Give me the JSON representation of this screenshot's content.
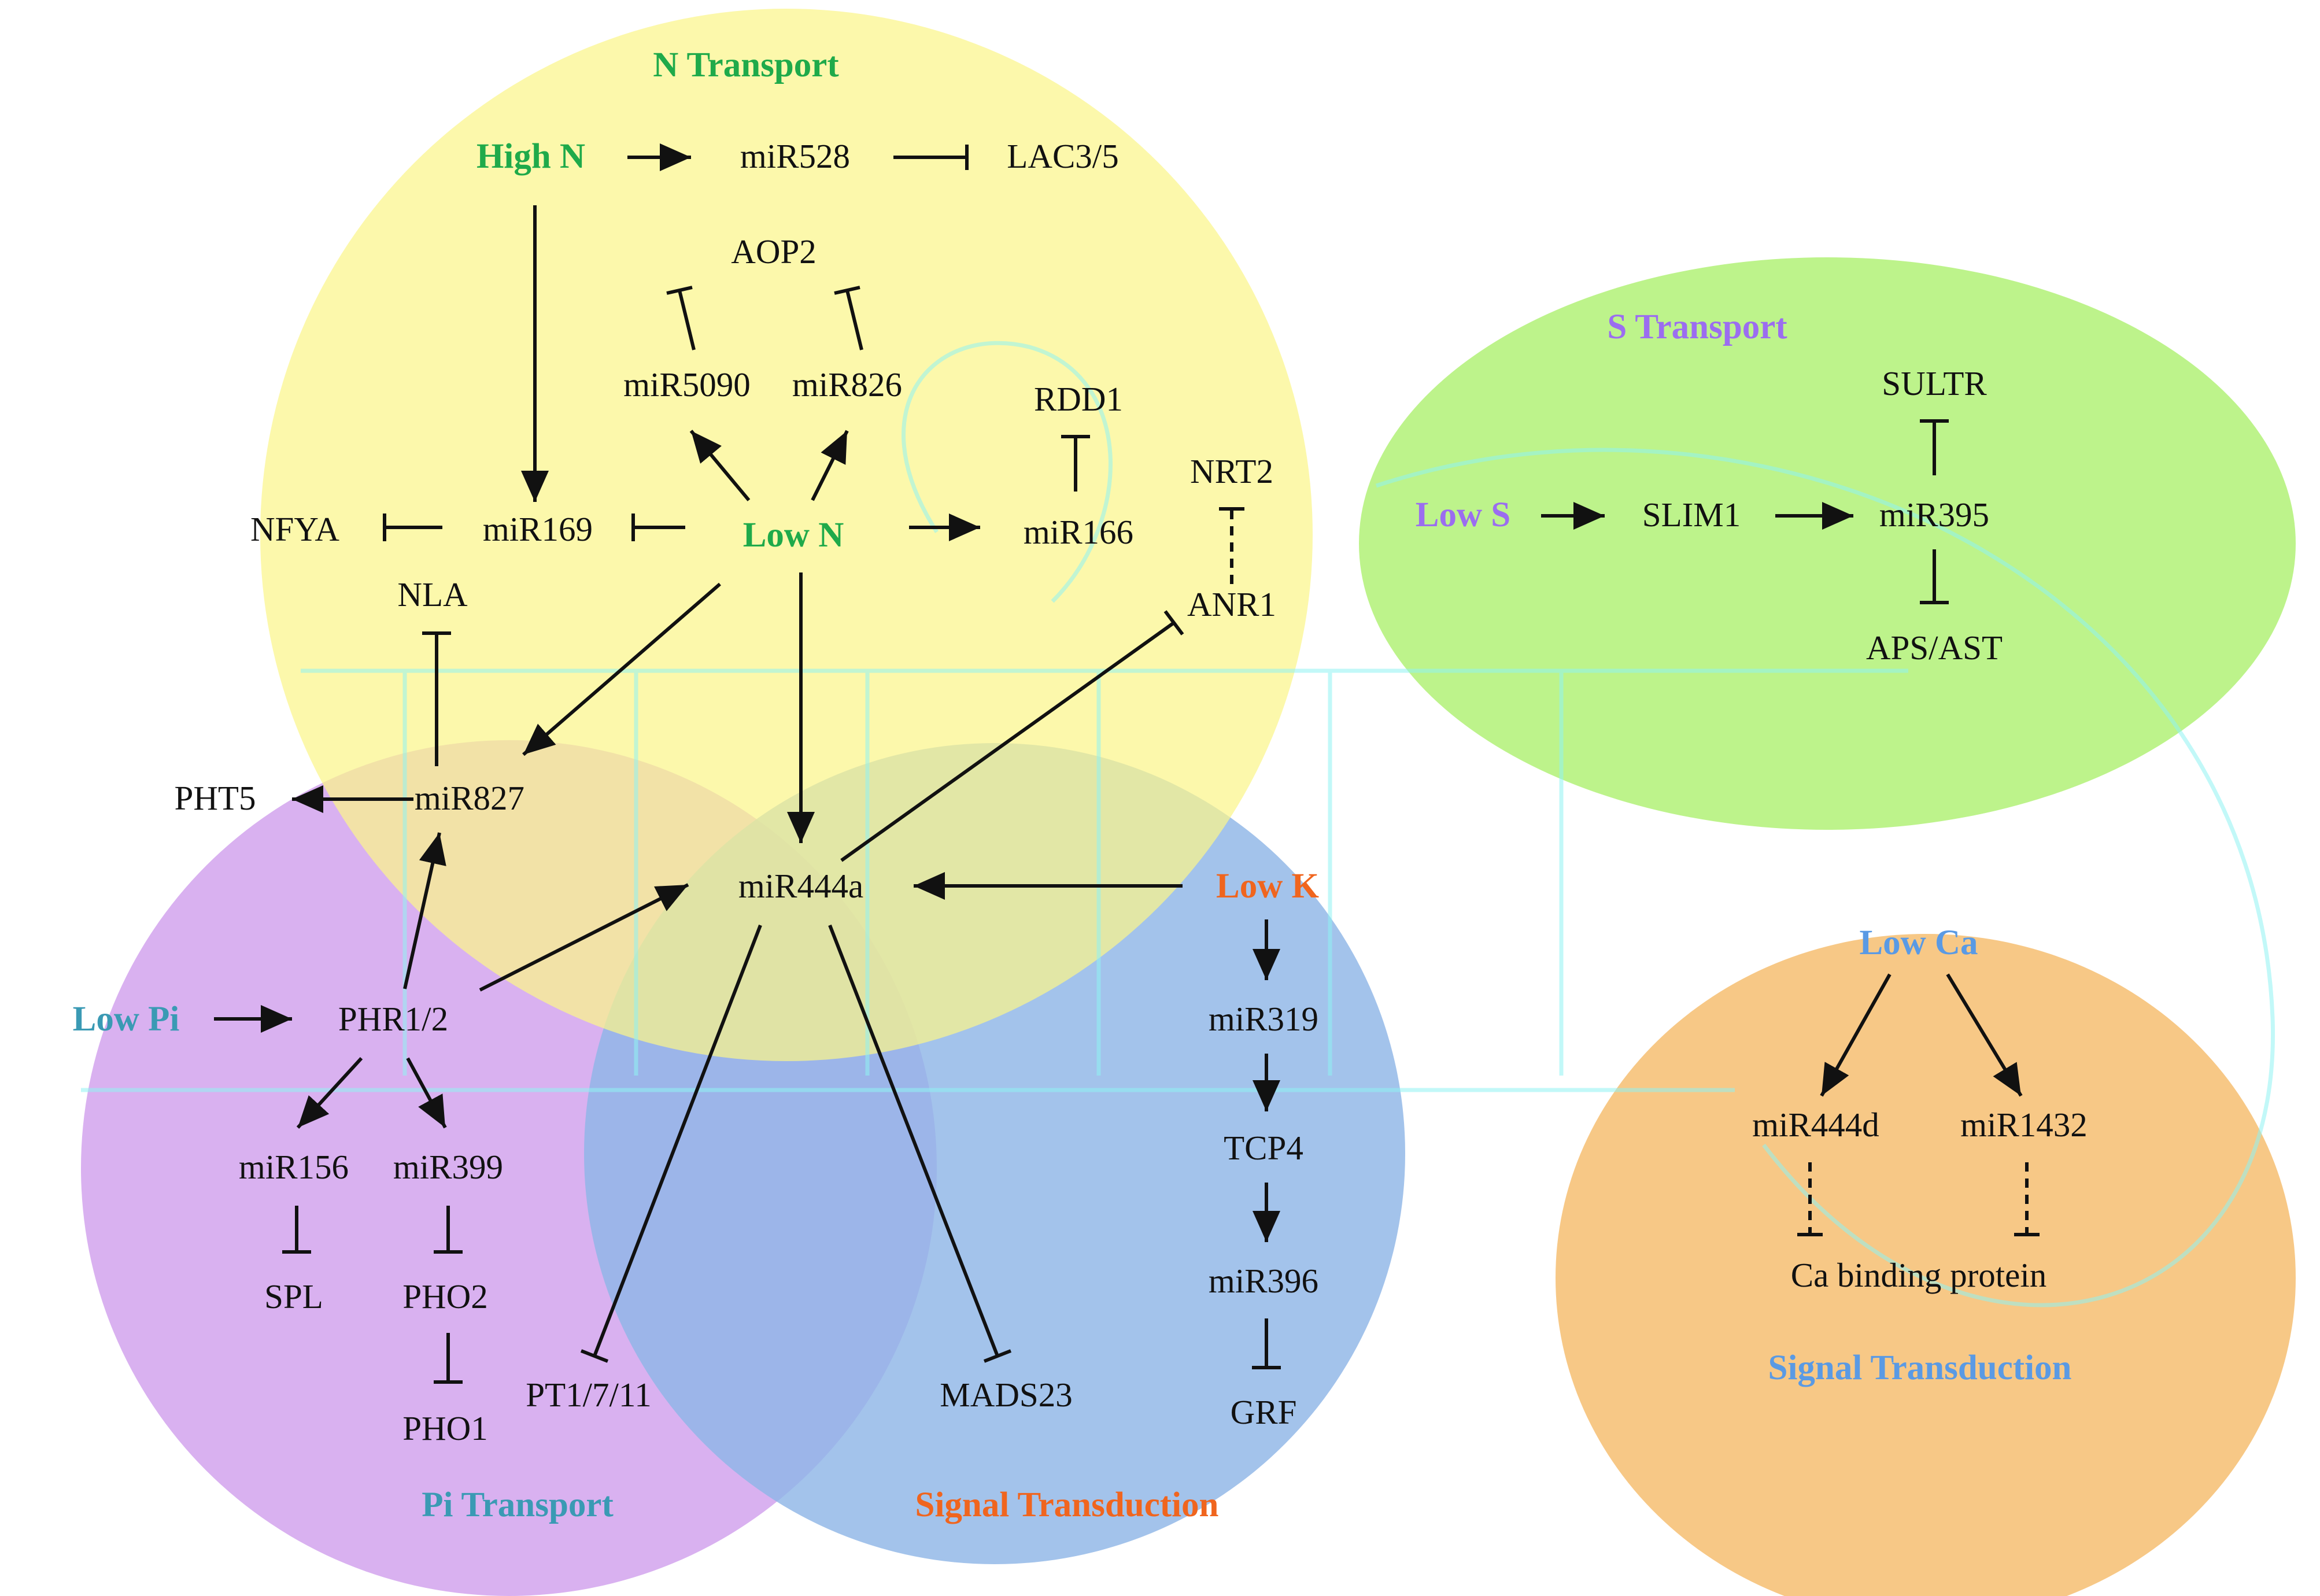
{
  "regions": {
    "n_transport": {
      "title": "N Transport",
      "color": "#fbf58a",
      "title_color": "#1faa4a"
    },
    "s_transport": {
      "title": "S Transport",
      "color": "#b6f27e",
      "title_color": "#9b6df0"
    },
    "pi_transport": {
      "title": "Pi Transport",
      "color": "#d4a6ee",
      "title_color": "#3a9ab4"
    },
    "signal_k": {
      "title": "Signal Transduction",
      "color": "#8fb6e6",
      "title_color": "#f0651e"
    },
    "signal_ca": {
      "title": "Signal Transduction",
      "color": "#f6c37c",
      "title_color": "#5a9ae4"
    }
  },
  "nodes": {
    "high_n": {
      "label": "High N",
      "color": "#1faa4a"
    },
    "low_n": {
      "label": "Low N",
      "color": "#1faa4a"
    },
    "low_s": {
      "label": "Low S",
      "color": "#9b6df0"
    },
    "low_pi": {
      "label": "Low Pi",
      "color": "#3a9ab4"
    },
    "low_k": {
      "label": "Low K",
      "color": "#f0651e"
    },
    "low_ca": {
      "label": "Low Ca",
      "color": "#5a9ae4"
    },
    "mir528": "miR528",
    "lac35": "LAC3/5",
    "aop2": "AOP2",
    "mir5090": "miR5090",
    "mir826": "miR826",
    "rdd1": "RDD1",
    "nrt2": "NRT2",
    "nfya": "NFYA",
    "mir169": "miR169",
    "mir166": "miR166",
    "anr1": "ANR1",
    "nla": "NLA",
    "pht5": "PHT5",
    "mir827": "miR827",
    "mir444a": "miR444a",
    "phr12": "PHR1/2",
    "mir156": "miR156",
    "mir399": "miR399",
    "spl": "SPL",
    "pho2": "PHO2",
    "pho1": "PHO1",
    "pt1711": "PT1/7/11",
    "mads23": "MADS23",
    "mir319": "miR319",
    "tcp4": "TCP4",
    "mir396": "miR396",
    "grf": "GRF",
    "slim1": "SLIM1",
    "mir395": "miR395",
    "sultr": "SULTR",
    "aps_ast": "APS/AST",
    "mir444d": "miR444d",
    "mir1432": "miR1432",
    "ca_bp": "Ca binding protein"
  }
}
